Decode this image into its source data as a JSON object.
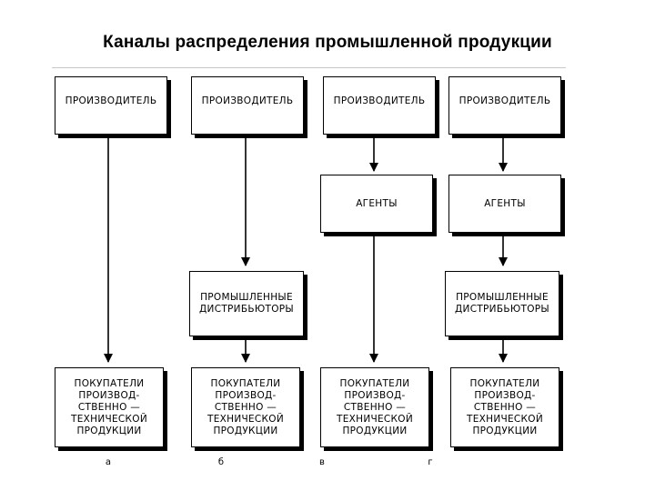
{
  "title": "Каналы распределения промышленной продукции",
  "boxes": {
    "producer": "ПРОИЗВОДИТЕЛЬ",
    "agents": "АГЕНТЫ",
    "distributors": "ПРОМЫШЛЕННЫЕ\nДИСТРИБЬЮТОРЫ",
    "buyers": "ПОКУПАТЕЛИ\nПРОИЗВОД-\nСТВЕННО —\nТЕХНИЧЕСКОЙ\nПРОДУКЦИИ"
  },
  "channels": [
    "а",
    "б",
    "в",
    "г"
  ]
}
